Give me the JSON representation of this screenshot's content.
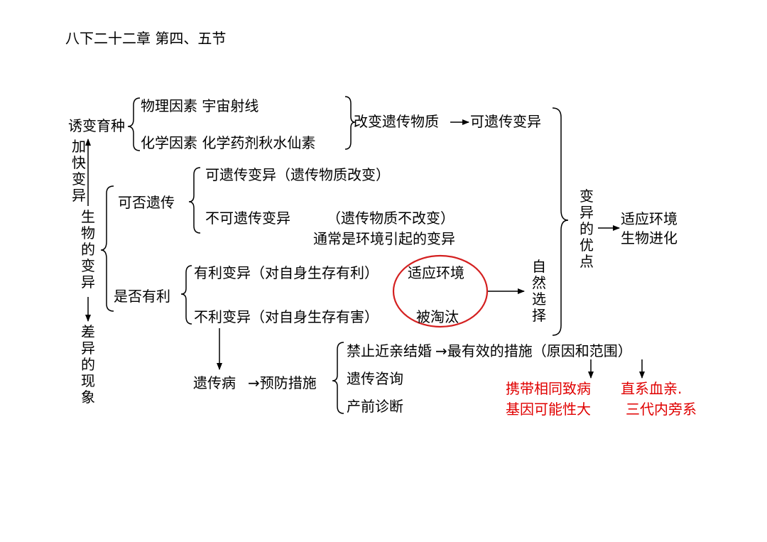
{
  "title": "八下二十二章 第四、五节",
  "mutation_breeding": {
    "root": "诱变育种",
    "physical": "物理因素 宇宙射线",
    "chemical": "化学因素 化学药剂秋水仙素",
    "result": "改变遗传物质",
    "result_target": "可遗传变异",
    "speeds_up": "加快变异"
  },
  "variation": {
    "root": "生物的变异",
    "phenomenon": "差异的现象",
    "heritable_q": "可否遗传",
    "heritable": "可遗传变异（遗传物质改变）",
    "non_heritable": "不可遗传变异",
    "non_heritable_note": "（遗传物质不改变）",
    "non_heritable_cause": "通常是环境引起的变异",
    "beneficial_q": "是否有利",
    "beneficial": "有利变异（对自身生存有利）",
    "beneficial_outcome": "适应环境",
    "harmful": "不利变异（对自身生存有害）",
    "harmful_outcome": "被淘汰",
    "natural_selection": "自然选择",
    "advantage": "变异的优点",
    "adapt": "适应环境",
    "evolve": "生物进化"
  },
  "disease": {
    "label": "遗传病",
    "measures": "→预防措施",
    "m1": "禁止近亲结婚",
    "m1_note": "→最有效的措施（原因和范围）",
    "m2": "遗传咨询",
    "m3": "产前诊断",
    "reason1": "携带相同致病",
    "reason2": "基因可能性大",
    "scope1": "直系血亲.",
    "scope2": "三代内旁系"
  },
  "colors": {
    "text": "#000000",
    "highlight": "#e00000",
    "circle": "#d42020"
  }
}
